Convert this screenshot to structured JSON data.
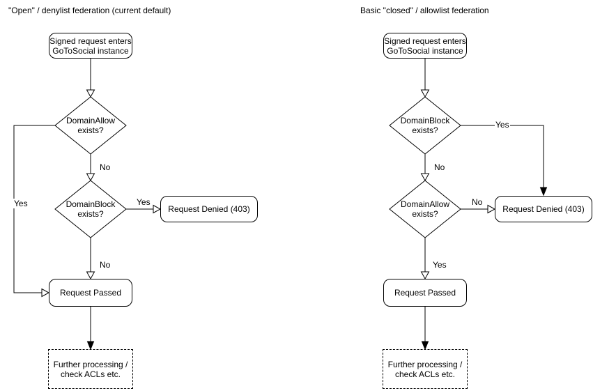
{
  "colors": {
    "stroke": "#000000",
    "background": "#ffffff",
    "text": "#000000"
  },
  "left": {
    "title": "\"Open\" / denylist federation (current default)",
    "nodes": {
      "start": "Signed request enters\nGoToSocial instance",
      "allow_check": "DomainAllow\nexists?",
      "block_check": "DomainBlock\nexists?",
      "denied": "Request Denied (403)",
      "passed": "Request Passed",
      "further": "Further processing /\ncheck ACLs etc."
    },
    "labels": {
      "allow_yes": "Yes",
      "allow_no": "No",
      "block_yes": "Yes",
      "block_no": "No"
    }
  },
  "right": {
    "title": "Basic \"closed\" / allowlist federation",
    "nodes": {
      "start": "Signed request enters\nGoToSocial instance",
      "block_check": "DomainBlock\nexists?",
      "allow_check": "DomainAllow\nexists?",
      "denied": "Request Denied (403)",
      "passed": "Request Passed",
      "further": "Further processing /\ncheck ACLs etc."
    },
    "labels": {
      "block_yes": "Yes",
      "block_no": "No",
      "allow_no": "No",
      "allow_yes": "Yes"
    }
  }
}
